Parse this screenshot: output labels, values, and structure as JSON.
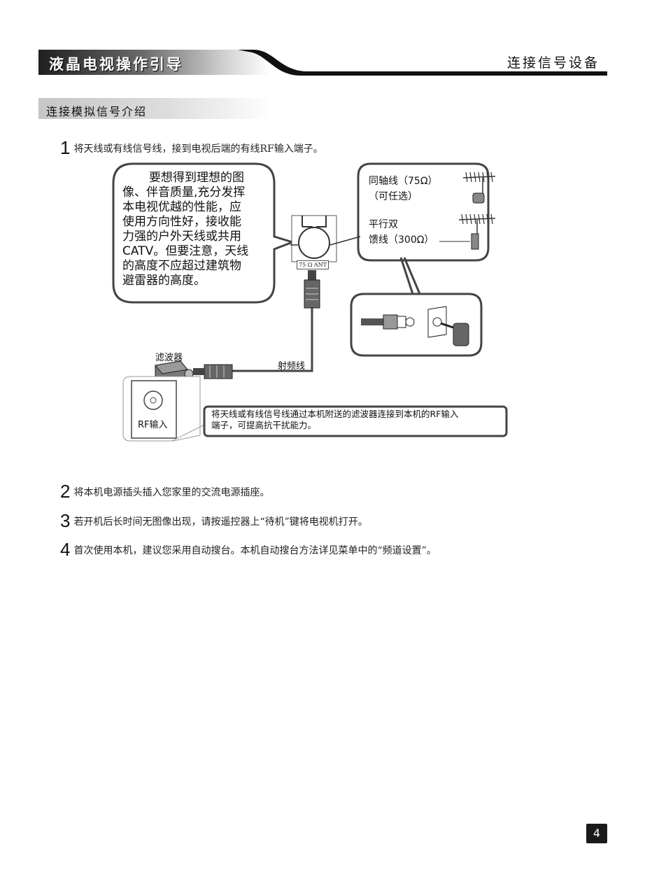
{
  "header": {
    "title": "液晶电视操作引导",
    "section_right": "连接信号设备"
  },
  "section": {
    "title": "连接模拟信号介绍"
  },
  "steps": [
    {
      "num": "1",
      "text": "将天线或有线信号线，接到电视后端的有线RF输入端子。"
    },
    {
      "num": "2",
      "text": "将本机电源插头插入您家里的交流电源插座。"
    },
    {
      "num": "3",
      "text": "若开机后长时间无图像出现，请按遥控器上“待机”键将电视机打开。"
    },
    {
      "num": "4",
      "text": "首次使用本机，建议您采用自动搜台。本机自动搜台方法详见菜单中的“频道设置”。"
    }
  ],
  "diagram": {
    "callout_lines": [
      "要想得到理想的图",
      "像、伴音质量,充分发挥",
      "本电视优越的性能，应",
      "使用方向性好，接收能",
      "力强的户外天线或共用",
      "CATV。但要注意，天线",
      "的高度不应超过建筑物",
      "避雷器的高度。"
    ],
    "coax_label": "同轴线（75Ω）",
    "coax_optional": "（可任选）",
    "parallel_label_1": "平行双",
    "parallel_label_2": "馈线（300Ω）",
    "ant_terminal": "75 Ω ANT",
    "filter_label": "滤波器",
    "rf_cable_label": "射频线",
    "rf_input_label": "RF输入",
    "note_lines": [
      "将天线或有线信号线通过本机附送的滤波器连接到本机的RF输入",
      "端子，可提高抗干扰能力。"
    ]
  },
  "page_number": "4"
}
